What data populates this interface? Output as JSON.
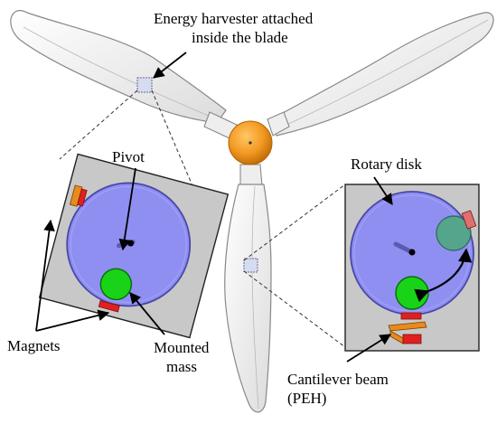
{
  "labels": {
    "harvester_line1": "Energy harvester attached",
    "harvester_line2": "inside the blade",
    "pivot": "Pivot",
    "rotary_disk": "Rotary disk",
    "magnets": "Magnets",
    "mounted_line1": "Mounted",
    "mounted_line2": "mass",
    "cantilever_line1": "Cantilever beam",
    "cantilever_line2": "(PEH)"
  },
  "colors": {
    "blade_fill": "#f4f4f4",
    "blade_stroke": "#888888",
    "hub_orange": "#f39a22",
    "panel_gray": "#c8c8c8",
    "disk_fill": "#8f8ff2",
    "disk_stroke": "#4848a8",
    "mass_green": "#19d319",
    "mass_ghost": "#4fa881",
    "magnet_red": "#e02020",
    "magnet_orange": "#e88a1c"
  }
}
